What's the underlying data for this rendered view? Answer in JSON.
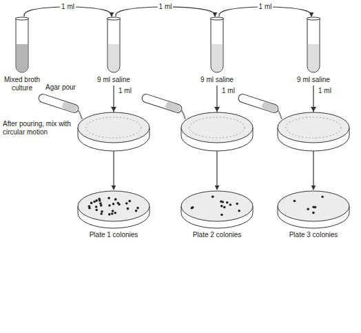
{
  "diagram": {
    "nodes": [
      {
        "text": [
          "Mixed broth culture"
        ]
      },
      {
        "text": [
          "9 ml saline"
        ]
      },
      {
        "text": [
          "9 ml saline"
        ]
      },
      {
        "text": [
          "9 ml saline"
        ]
      },
      {
        "text": [
          "Plate 1 colonies"
        ]
      },
      {
        "text": [
          "Plate 2 colonies"
        ]
      },
      {
        "text": [
          "Plate 3 colonies"
        ]
      }
    ],
    "edges": [
      {
        "from": 0,
        "to": 1,
        "label": "1 ml",
        "arrow": "to"
      },
      {
        "from": 1,
        "to": 2,
        "label": "1 ml",
        "arrow": "to"
      },
      {
        "from": 2,
        "to": 3,
        "label": "1 ml",
        "arrow": "to"
      },
      {
        "from": 1,
        "to": 4,
        "label": "1 ml",
        "arrow": "to"
      },
      {
        "from": 2,
        "to": 5,
        "label": "1 ml",
        "arrow": "to"
      },
      {
        "from": 3,
        "to": 6,
        "label": "1 ml",
        "arrow": "to"
      }
    ],
    "labels": [
      "Agar pour",
      "After pouring, mix with circular motion"
    ]
  }
}
